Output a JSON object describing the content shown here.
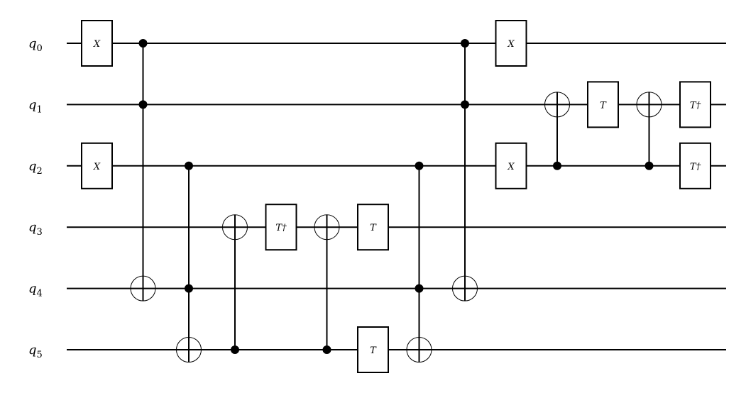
{
  "qubits": [
    {
      "letter": "q",
      "index": "0"
    },
    {
      "letter": "q",
      "index": "1"
    },
    {
      "letter": "q",
      "index": "2"
    },
    {
      "letter": "q",
      "index": "3"
    },
    {
      "letter": "q",
      "index": "4"
    },
    {
      "letter": "q",
      "index": "5"
    }
  ],
  "operations": [
    {
      "type": "gate",
      "label": "X",
      "qubit": 0,
      "step": 0
    },
    {
      "type": "gate",
      "label": "X",
      "qubit": 2,
      "step": 0
    },
    {
      "type": "toffoli",
      "controls": [
        0,
        1
      ],
      "target": 4,
      "step": 1
    },
    {
      "type": "toffoli",
      "controls": [
        2,
        4
      ],
      "target": 5,
      "step": 2
    },
    {
      "type": "cnot",
      "control": 5,
      "target": 3,
      "step": 3
    },
    {
      "type": "gate",
      "label": "T†",
      "qubit": 3,
      "step": 4
    },
    {
      "type": "cnot",
      "control": 5,
      "target": 3,
      "step": 5
    },
    {
      "type": "gate",
      "label": "T",
      "qubit": 3,
      "step": 6
    },
    {
      "type": "gate",
      "label": "T",
      "qubit": 5,
      "step": 6
    },
    {
      "type": "toffoli",
      "controls": [
        2,
        4
      ],
      "target": 5,
      "step": 7
    },
    {
      "type": "toffoli",
      "controls": [
        0,
        1
      ],
      "target": 4,
      "step": 8
    },
    {
      "type": "gate",
      "label": "X",
      "qubit": 0,
      "step": 9
    },
    {
      "type": "gate",
      "label": "X",
      "qubit": 2,
      "step": 9
    },
    {
      "type": "cnot",
      "control": 2,
      "target": 1,
      "step": 10
    },
    {
      "type": "gate",
      "label": "T",
      "qubit": 1,
      "step": 11
    },
    {
      "type": "cnot",
      "control": 2,
      "target": 1,
      "step": 12
    },
    {
      "type": "gate",
      "label": "T†",
      "qubit": 1,
      "step": 13
    },
    {
      "type": "gate",
      "label": "T†",
      "qubit": 2,
      "step": 13
    }
  ]
}
